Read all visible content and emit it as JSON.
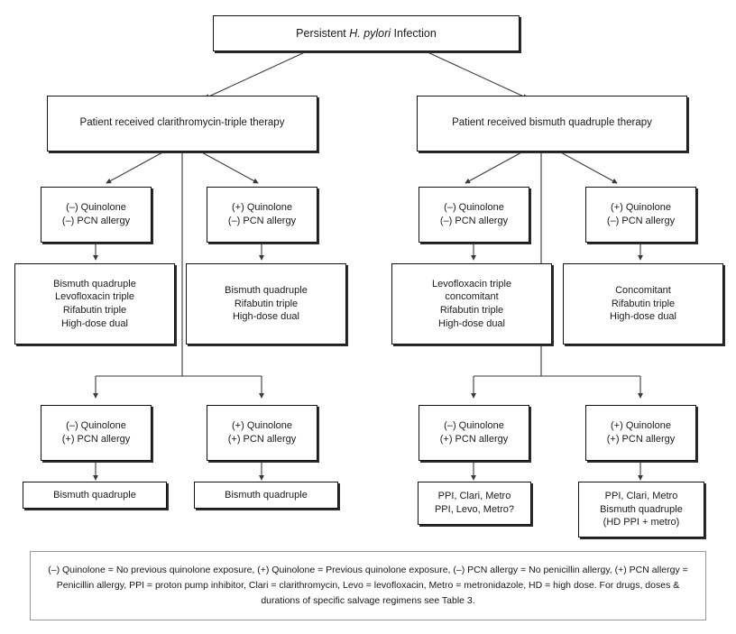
{
  "figure": {
    "kind": "clinical-decision-flowchart",
    "root": {
      "prefix": "Persistent ",
      "italic": "H. pylori",
      "suffix": " Infection"
    },
    "branches": [
      {
        "id": "clarithromycin",
        "stage_label": "Patient received clarithromycin-triple therapy",
        "no_allergy": [
          {
            "id": "clari-neg-quin",
            "condition": "(–) Quinolone\n(–) PCN allergy",
            "treatment": "Bismuth quadruple\nLevofloxacin triple\nRifabutin triple\nHigh-dose dual"
          },
          {
            "id": "clari-pos-quin",
            "condition": "(+) Quinolone\n(–) PCN allergy",
            "treatment": "Bismuth quadruple\nRifabutin triple\nHigh-dose dual"
          }
        ],
        "with_allergy": [
          {
            "id": "clari-neg-quin-allergy",
            "condition": "(–) Quinolone\n(+) PCN allergy",
            "treatment": "Bismuth quadruple"
          },
          {
            "id": "clari-pos-quin-allergy",
            "condition": "(+) Quinolone\n(+) PCN allergy",
            "treatment": "Bismuth quadruple"
          }
        ]
      },
      {
        "id": "bismuth",
        "stage_label": "Patient received bismuth quadruple therapy",
        "no_allergy": [
          {
            "id": "bis-neg-quin",
            "condition": "(–) Quinolone\n(–) PCN allergy",
            "treatment": "Levofloxacin triple\nconcomitant\nRifabutin triple\nHigh-dose dual"
          },
          {
            "id": "bis-pos-quin",
            "condition": "(+) Quinolone\n(–) PCN allergy",
            "treatment": "Concomitant\nRifabutin triple\nHigh-dose dual"
          }
        ],
        "with_allergy": [
          {
            "id": "bis-neg-quin-allergy",
            "condition": "(–) Quinolone\n(+) PCN allergy",
            "treatment": "PPI, Clari, Metro\nPPI, Levo, Metro?"
          },
          {
            "id": "bis-pos-quin-allergy",
            "condition": "(+) Quinolone\n(+) PCN allergy",
            "treatment": "PPI, Clari, Metro\nBismuth quadruple\n(HD PPI + metro)"
          }
        ]
      }
    ],
    "legend": "(–) Quinolone = No previous quinolone exposure, (+) Quinolone = Previous quinolone exposure, (–) PCN allergy = No penicillin allergy, (+) PCN allergy = Penicillin allergy, PPI = proton pump inhibitor, Clari = clarithromycin, Levo = levofloxacin, Metro = metronidazole, HD = high dose. For drugs, doses & durations of specific salvage regimens see Table 3.",
    "colors": {
      "box_border": "#111111",
      "box_shadow": "#2b2b2b",
      "legend_border": "#9a9a9a",
      "connector": "#3a3a3a",
      "text": "#1a1a1a",
      "background": "#ffffff"
    }
  }
}
